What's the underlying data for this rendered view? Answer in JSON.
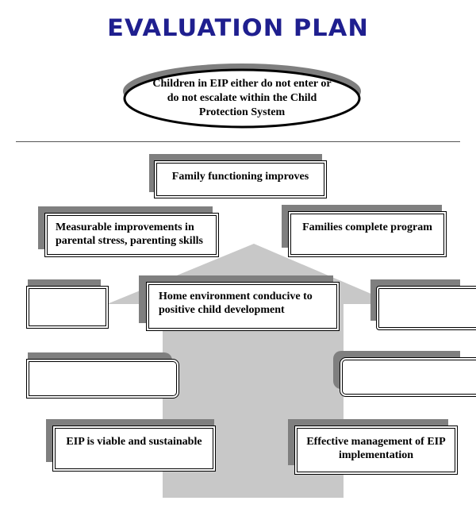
{
  "title": "EVALUATION PLAN",
  "goal": "Children in EIP either do not enter or do not escalate within the Child Protection System",
  "outcomes": {
    "family_functioning": "Family functioning improves",
    "measurable_improvements": "Measurable improvements in parental stress, parenting skills",
    "families_complete": "Families complete program",
    "home_environment": "Home environment conducive to positive child development",
    "eip_viable": "EIP is viable and sustainable",
    "effective_management": "Effective management of EIP implementation"
  },
  "colors": {
    "title": "#1f1f8f",
    "arrow": "#c8c8c8",
    "shadow": "#7f7f7f"
  }
}
